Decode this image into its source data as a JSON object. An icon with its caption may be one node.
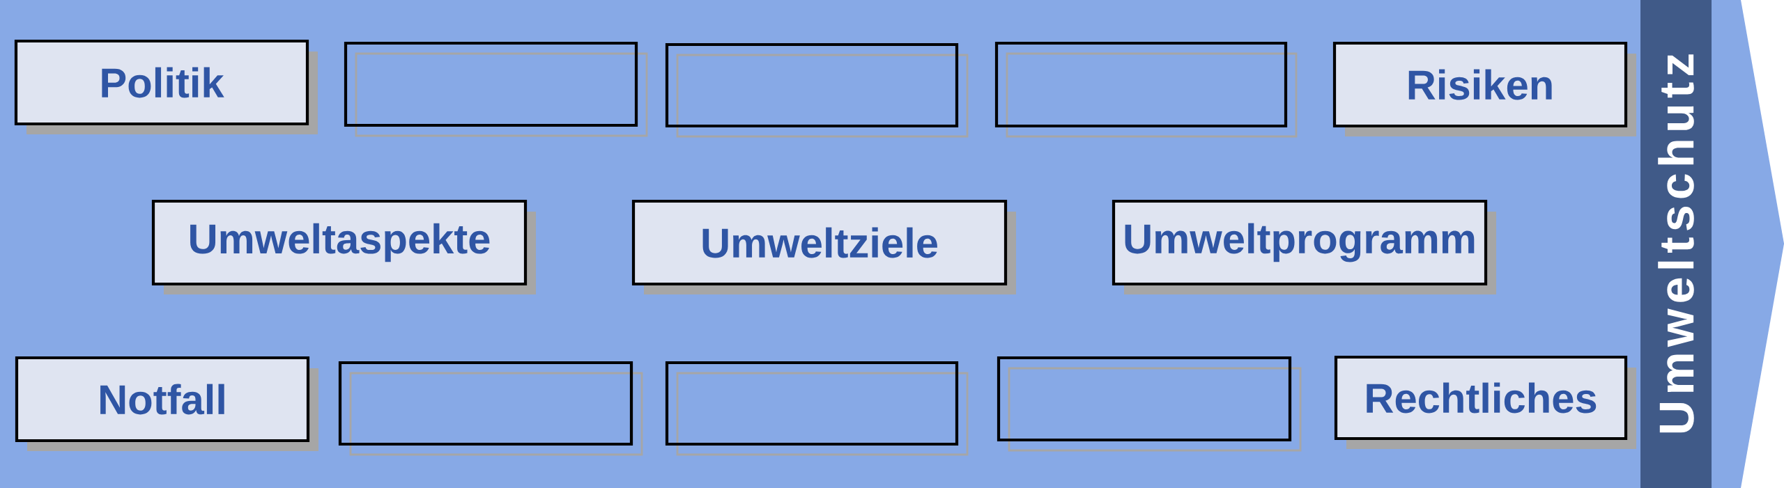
{
  "diagram": {
    "nodes": [
      {
        "text": [
          "Politik"
        ]
      },
      {
        "text": [],
        "shape": "box"
      },
      {
        "text": [],
        "shape": "box"
      },
      {
        "text": [],
        "shape": "box"
      },
      {
        "text": [
          "Risiken"
        ]
      },
      {
        "text": [
          "Umweltaspekte"
        ]
      },
      {
        "text": [
          "Umweltziele"
        ]
      },
      {
        "text": [
          "Umweltprogramm"
        ]
      },
      {
        "text": [
          "Notfall"
        ]
      },
      {
        "text": [],
        "shape": "box"
      },
      {
        "text": [],
        "shape": "box"
      },
      {
        "text": [],
        "shape": "box"
      },
      {
        "text": [
          "Rechtliches"
        ]
      },
      {
        "text": [
          "Umweltschutz"
        ]
      }
    ]
  }
}
